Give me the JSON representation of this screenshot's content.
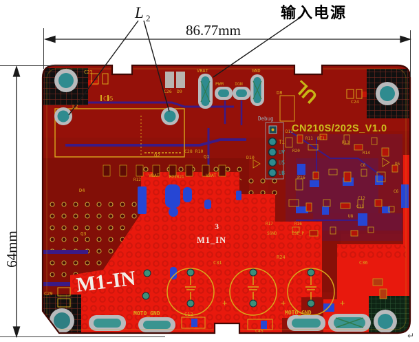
{
  "figure": {
    "type": "pcb-layout-figure",
    "annotations": {
      "width_dim": "86.77mm",
      "height_dim": "64mm",
      "inductor": "L",
      "inductor_sub": "2",
      "input_power": "输入电源",
      "return_mark": "↵"
    },
    "board": {
      "version": "CN210S/202S_V1.0",
      "ul_logo": "UL",
      "connector": {
        "vbat": "VBAT",
        "gnd": "GND",
        "pwm": "PWM",
        "ign": "IGN"
      },
      "debug": {
        "header": "Debug",
        "pin1": "Ti",
        "pin2": "UV",
        "pin3": "US",
        "pin4": "UB"
      },
      "pour": {
        "pin": "3",
        "net_small": "M1_IN",
        "net_big": "M1-IN",
        "plus": "+"
      },
      "labels": {
        "c23": "C23",
        "c35": "C35",
        "l2": "L2",
        "c26": "C26",
        "d9": "D9",
        "d8": "D8",
        "c24": "C24",
        "q2": "Q2",
        "q1": "Q1",
        "c28r10": "C28 R10",
        "vbat2": "VBAT",
        "r22r21": "R22R21",
        "vbat3": "VBAT",
        "r12": "R12",
        "d4": "D4",
        "q3": "Q3",
        "d10": "D10",
        "d11": "D11",
        "r20": "R20",
        "r11": "R11",
        "bt1": "BT1",
        "r13": "R13",
        "r14": "R14",
        "c8": "C8",
        "d5": "D5",
        "c6": "C6",
        "p16": "P16",
        "c12b": "C12",
        "c11": "C11",
        "u8": "U8",
        "r17": "R17",
        "r16": "R16",
        "sgnd": "SGND",
        "ise_p": "ISE_P",
        "r24": "R24",
        "c31": "C31",
        "c36": "C36",
        "moto_gnd_left": "MOTO_GND",
        "moto_gnd_right": "MOTO_GND",
        "c12": "C12",
        "c45": "C45",
        "c29": "C29"
      }
    },
    "colors": {
      "board_base": "#8F1109",
      "pour_red": "#E8190D",
      "silkscreen_yellow": "#D9A81C",
      "pad_teal": "#2F8B8F",
      "pad_ring_gray": "#B9BABC",
      "trace_purple": "#3B1A86",
      "layer_blue": "#2646D4",
      "crosshatch_black": "#101010",
      "crosshatch_green": "#0E2414",
      "version_yellow": "#CDBF1E",
      "annotation_black": "#1A1A1A"
    }
  }
}
